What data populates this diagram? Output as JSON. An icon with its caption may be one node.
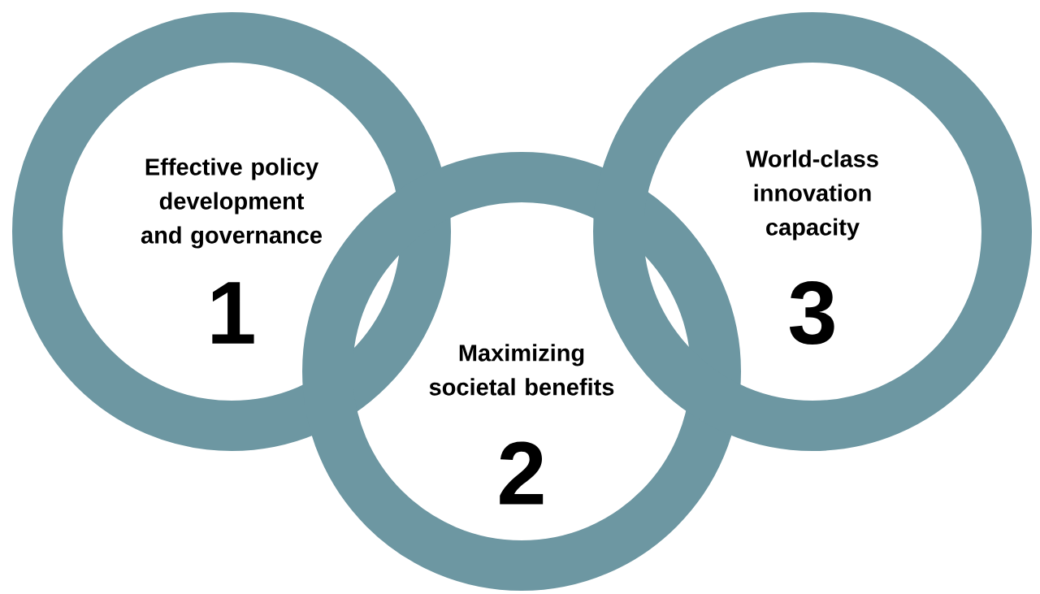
{
  "diagram": {
    "nodes": [
      {
        "text": [
          "Effective policy development and governance",
          "1"
        ]
      },
      {
        "text": [
          "Maximizing societal benefits",
          "2"
        ]
      },
      {
        "text": [
          "World-class innovation capacity",
          "3"
        ]
      }
    ],
    "edges": []
  }
}
